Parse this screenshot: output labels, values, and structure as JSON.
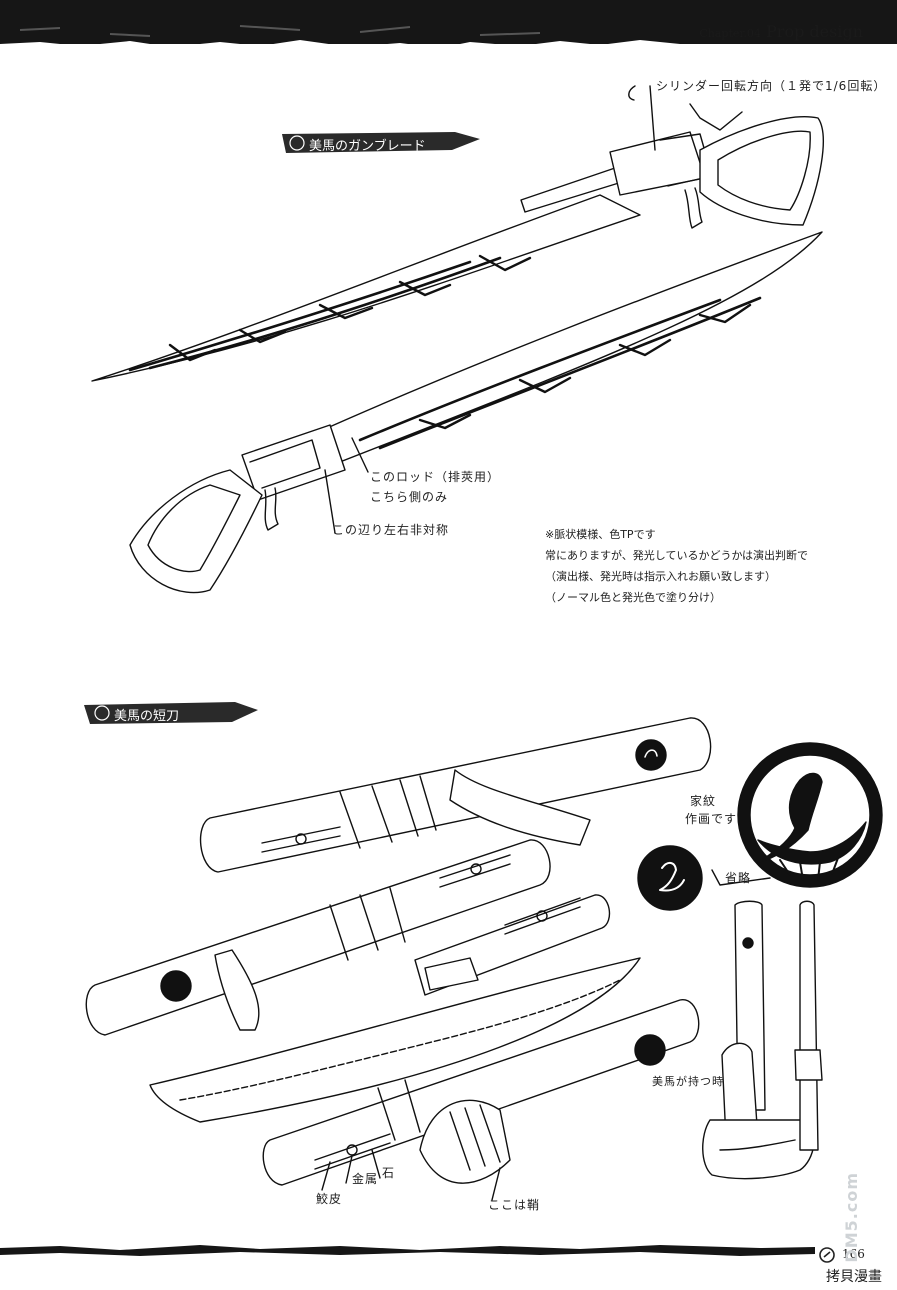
{
  "header": {
    "chapter_label": "Chapter.04",
    "section_label": "Prop design"
  },
  "section1": {
    "title": "美馬のガンブレード",
    "annotations": {
      "cylinder_rotation": "シリンダー回転方向（１発で1/6回転）",
      "rod_line1": "このロッド（排莢用）",
      "rod_line2": "こちら側のみ",
      "asymmetric": "この辺り左右非対称"
    },
    "note_lines": [
      "※脈状模様、色TPです",
      "常にありますが、発光しているかどうかは演出判断で",
      "（演出様、発光時は指示入れお願い致します）",
      "（ノーマル色と発光色で塗り分け）"
    ]
  },
  "section2": {
    "title": "美馬の短刀",
    "annotations": {
      "crest_line1": "家紋",
      "crest_line2": "作画です",
      "omitted": "省略",
      "metal_ring": "金属",
      "stone": "石",
      "shark_skin": "鮫皮",
      "lacquer": "ここは鞘",
      "held_note": "美馬が持つ時"
    }
  },
  "footer": {
    "page_number": "166",
    "watermark_site": "DM5.com",
    "watermark_text": "拷貝漫畫"
  },
  "colors": {
    "ink": "#111111",
    "paper": "#ffffff",
    "brush": "#2a2a2a",
    "watermark": "#cfd3d6"
  }
}
